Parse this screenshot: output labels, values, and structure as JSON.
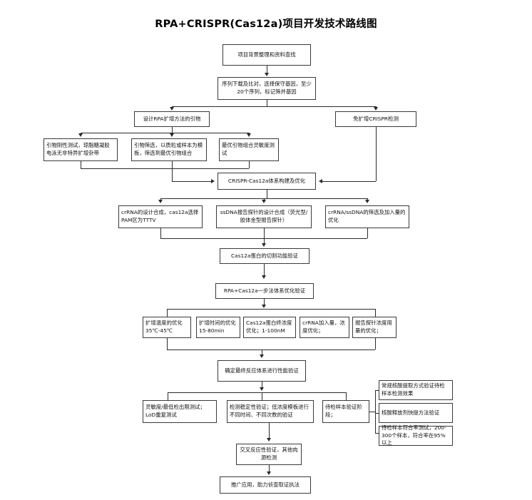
{
  "diagram": {
    "title": "RPA+CRISPR(Cas12a)项目开发技术路线图",
    "type": "flowchart",
    "nodes": {
      "n01": "项目背景整理和资料查找",
      "n02": "序列下载及比对，选择保守基因，至少20个序列，标记筛并基因",
      "n03": "设计RPA扩增方法的引物",
      "n04": "免扩增CRISPR检测",
      "n05": "引物阴性测试，琼脂糖凝胶电泳无非特异扩增杂带",
      "n06": "引物筛选，以质粒或样本为模板，筛选到最优引物组合",
      "n07": "最优引物组合灵敏度测试",
      "n08": "CRISPR-Cas12a体系构建及优化",
      "n09": "crRNA的设计合成，cas12a选择PAM区为TTTV",
      "n10": "ssDNA报告探针的设计合成（荧光型/胶体金型报告探针）",
      "n11": "crRNA/ssDNA的筛选及加入量的优化",
      "n12": "Cas12a蛋白的切割功能验证",
      "n13": "RPA+Cas12a一步法体系优化验证",
      "n14": "扩增温度的优化35℃-45℃",
      "n15": "扩增时间的优化15-80min",
      "n16": "Cas12a蛋白终浓度优化；1-100nM",
      "n17": "crRNA加入量，浓度优化；",
      "n18": "报告探针浓度用量的优化；",
      "n19": "确定最终反应体系进行性能验证",
      "n20": "灵敏度/最低检出限测试；LoD重复测试",
      "n21": "检测稳定性验证；低浓度模板进行不同时间、不同次数的验证",
      "n22": "待检样本验证阶段；",
      "n23": "常规核酸提取方式验证待检样本检测效果",
      "n24": "核酸释放剂快提方法验证",
      "n25": "待检样本符合率测试，200-300个样本，符合率在95%以上",
      "n26": "交叉反应性验证，其他肉源检测",
      "n27": "推广应用，助力侦查取证执法"
    },
    "colors": {
      "box_border": "#3a3a3a",
      "line": "#2b2b2b",
      "background": "#ffffff",
      "text": "#111111"
    }
  }
}
